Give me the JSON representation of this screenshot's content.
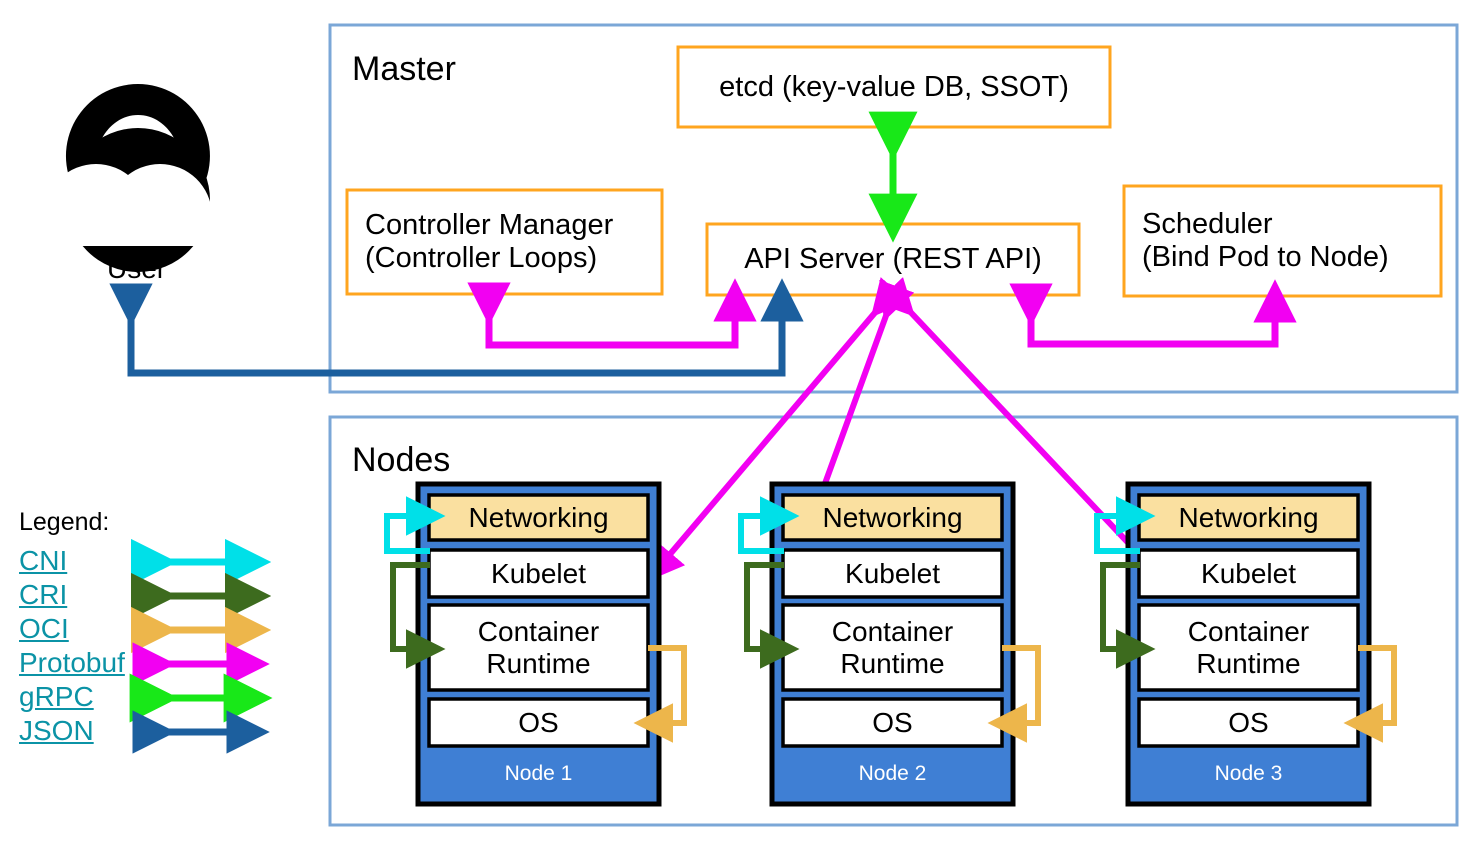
{
  "diagram": {
    "title_master": "Master",
    "title_nodes": "Nodes",
    "actor": {
      "icon": "user-avatar-icon",
      "label": "User"
    }
  },
  "master": {
    "label": "Master",
    "components": [
      {
        "id": "etcd",
        "label": "etcd (key-value DB, SSOT)"
      },
      {
        "id": "controller-manager",
        "label": "Controller Manager\n(Controller Loops)"
      },
      {
        "id": "api-server",
        "label": "API Server (REST API)"
      },
      {
        "id": "scheduler",
        "label": "Scheduler\n(Bind Pod to Node)"
      }
    ]
  },
  "nodes": {
    "label": "Nodes",
    "layer_labels": {
      "networking": "Networking",
      "kubelet": "Kubelet",
      "runtime": "Container\nRuntime",
      "os": "OS"
    },
    "items": [
      {
        "name": "Node 1",
        "networking": "Networking",
        "kubelet": "Kubelet",
        "runtime": "Container\nRuntime",
        "os": "OS"
      },
      {
        "name": "Node 2",
        "networking": "Networking",
        "kubelet": "Kubelet",
        "runtime": "Container\nRuntime",
        "os": "OS"
      },
      {
        "name": "Node 3",
        "networking": "Networking",
        "kubelet": "Kubelet",
        "runtime": "Container\nRuntime",
        "os": "OS"
      }
    ]
  },
  "legend": {
    "title": "Legend:",
    "entries": [
      {
        "label": "CNI",
        "color": "#00e0e8"
      },
      {
        "label": "CRI",
        "color": "#3d6b1e"
      },
      {
        "label": "OCI",
        "color": "#edb64b"
      },
      {
        "label": "Protobuf",
        "color": "#f200f2"
      },
      {
        "label": "gRPC",
        "color": "#18e818"
      },
      {
        "label": "JSON",
        "color": "#1c5f9e"
      }
    ]
  },
  "colors": {
    "group_border": "#7ba7d7",
    "component_border": "#ffa51f",
    "node_fill": "#3f7fd4",
    "node_border": "#000000",
    "networking_fill": "#fae0a0",
    "layer_fill": "#ffffff",
    "link_text": "#0b93a6",
    "cni": "#00e0e8",
    "cri": "#3d6b1e",
    "oci": "#edb64b",
    "protobuf": "#f200f2",
    "grpc": "#18e818",
    "json": "#1c5f9e"
  },
  "connections": [
    {
      "from": "etcd",
      "to": "api-server",
      "protocol": "gRPC",
      "color": "#18e818",
      "bidirectional": true
    },
    {
      "from": "controller-manager",
      "to": "api-server",
      "protocol": "Protobuf",
      "color": "#f200f2",
      "bidirectional": true
    },
    {
      "from": "api-server",
      "to": "scheduler",
      "protocol": "Protobuf",
      "color": "#f200f2",
      "bidirectional": true
    },
    {
      "from": "user",
      "to": "api-server",
      "protocol": "JSON",
      "color": "#1c5f9e",
      "bidirectional": true
    },
    {
      "from": "api-server",
      "to": "node-1-kubelet",
      "protocol": "Protobuf",
      "color": "#f200f2",
      "bidirectional": true
    },
    {
      "from": "api-server",
      "to": "node-2-kubelet",
      "protocol": "Protobuf",
      "color": "#f200f2",
      "bidirectional": true
    },
    {
      "from": "api-server",
      "to": "node-3-kubelet",
      "protocol": "Protobuf",
      "color": "#f200f2",
      "bidirectional": true
    },
    {
      "from": "kubelet",
      "to": "networking",
      "protocol": "CNI",
      "color": "#00e0e8",
      "bidirectional": false
    },
    {
      "from": "kubelet",
      "to": "container-runtime",
      "protocol": "CRI",
      "color": "#3d6b1e",
      "bidirectional": false
    },
    {
      "from": "container-runtime",
      "to": "os",
      "protocol": "OCI",
      "color": "#edb64b",
      "bidirectional": false
    }
  ]
}
